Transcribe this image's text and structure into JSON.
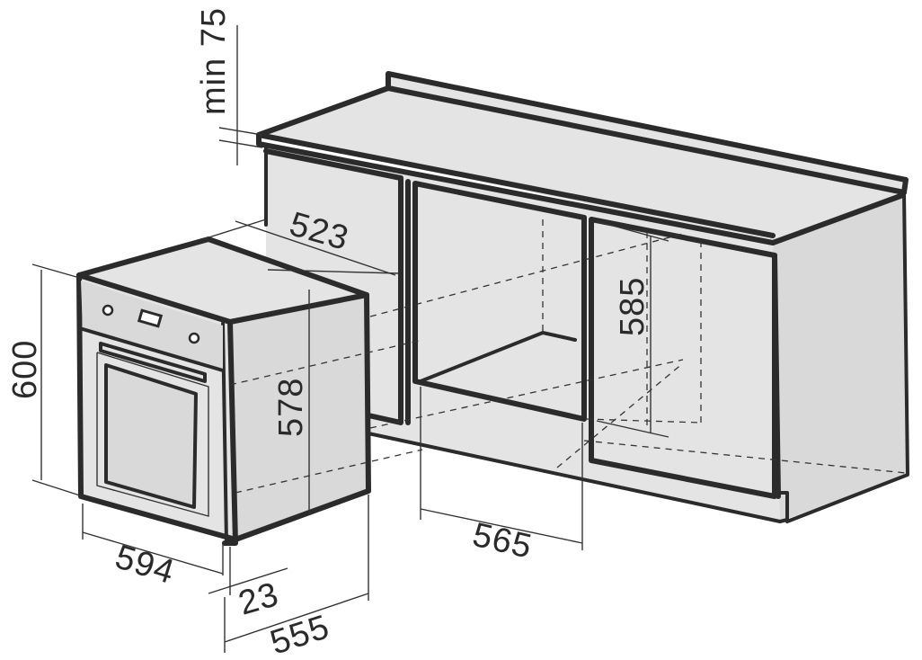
{
  "dimensions": {
    "clearance_top": "min 75",
    "oven_height": "600",
    "oven_width": "594",
    "oven_depth_label": "523",
    "oven_body_height": "578",
    "panel_offset": "23",
    "oven_depth_total": "555",
    "niche_width": "565",
    "niche_height": "585"
  },
  "colors": {
    "outline": "#2b2b2b",
    "fill": "#e4e4e4",
    "background": "#ffffff"
  }
}
